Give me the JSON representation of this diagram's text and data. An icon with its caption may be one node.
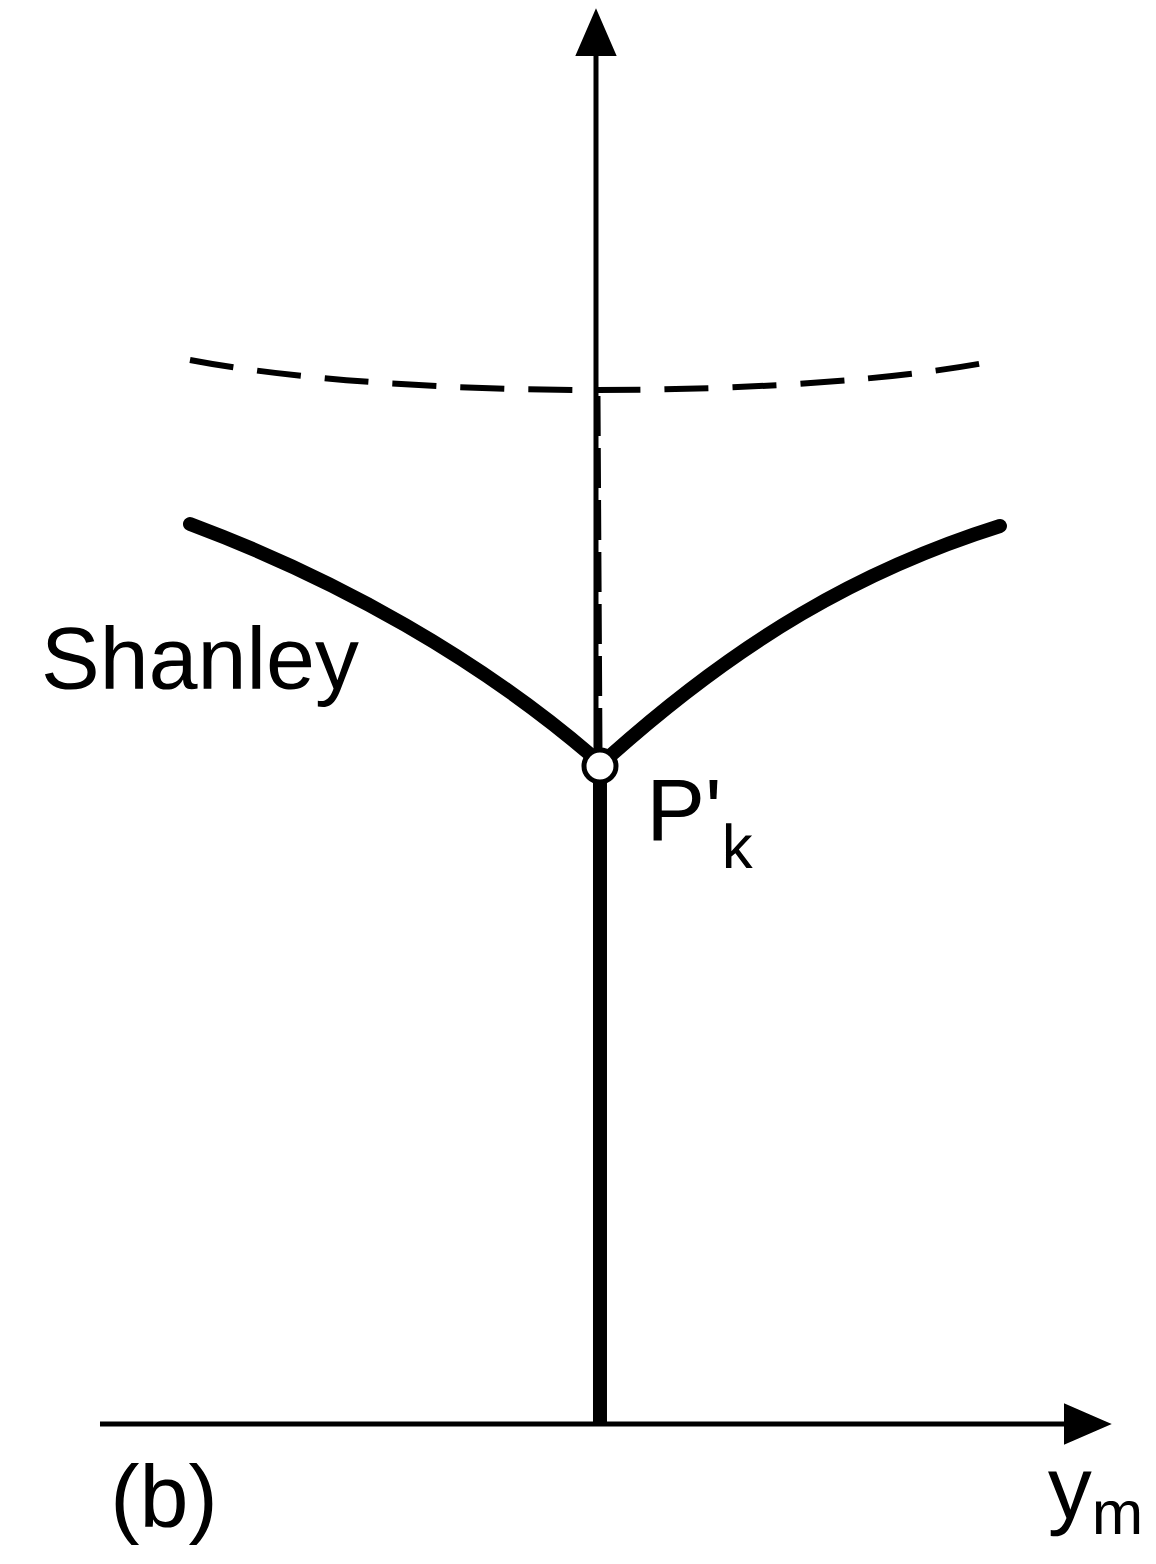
{
  "diagram": {
    "labels": [
      "Shanley",
      "P'$_{k}$",
      "(b)",
      "y$_{m}$"
    ]
  }
}
